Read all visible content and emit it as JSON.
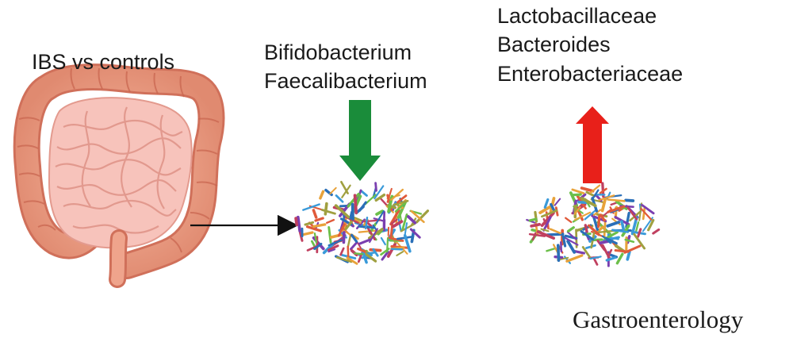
{
  "figure": {
    "comparison_label": "IBS vs controls",
    "decreased": {
      "direction": "down",
      "color": "#1a8c3a",
      "taxa": [
        "Bifidobacterium",
        "Faecalibacterium"
      ]
    },
    "increased": {
      "direction": "up",
      "color": "#e8201a",
      "taxa": [
        "Lactobacillaceae",
        "Bacteroides",
        "Enterobacteriaceae"
      ]
    },
    "journal": "Gastroenterology",
    "icons": {
      "intestine": "intestine-illustration",
      "microbiota": "bacteria-cluster-icon"
    },
    "colors": {
      "intestine_fill": "#f0a088",
      "intestine_outline": "#d0705a",
      "small_intestine": "#f7c3bb",
      "bacteria": [
        "#e05a3a",
        "#7a3fb0",
        "#3a9ad9",
        "#6cbf4a",
        "#e8a23a",
        "#c04060",
        "#2a6fb8",
        "#a0a040"
      ]
    }
  }
}
